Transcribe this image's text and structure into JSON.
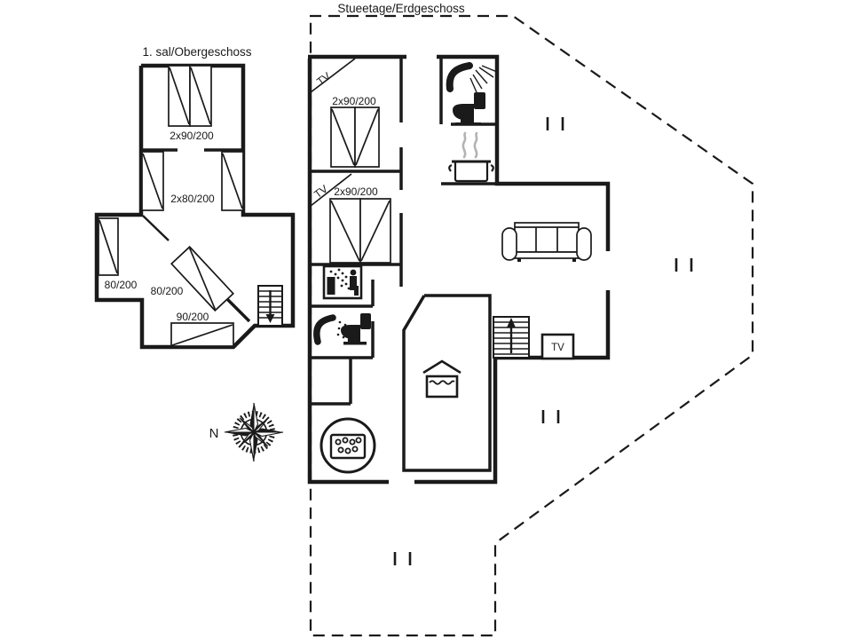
{
  "colors": {
    "line": "#1a1a1a",
    "steam": "#b3b3b3",
    "background": "#ffffff"
  },
  "upper_floor": {
    "title": "1. sal/Obergeschoss",
    "bed_labels": {
      "double": "2x90/200",
      "twin": "2x80/200",
      "left_single": "80/200",
      "diagonal_single": "80/200",
      "bottom_single": "90/200"
    }
  },
  "ground_floor": {
    "title": "Stueetage/Erdgeschoss",
    "bedroom1": {
      "tv_label": "TV",
      "bed_label": "2x90/200"
    },
    "bedroom2": {
      "tv_label": "TV",
      "bed_label": "2x90/200"
    },
    "living_room": {
      "tv_label": "TV"
    }
  },
  "compass": {
    "north_label": "N"
  },
  "icons": {
    "shower": "shower-head with spray",
    "toilet": "toilet silhouette",
    "sauna": "sauna cabin pictogram",
    "cooking_pot": "pot with steam",
    "sofa": "three-seat sofa",
    "indoor_pool": "pool basin with roof",
    "hot_tub": "round hot tub with bubbles",
    "stairs_up": "staircase arrow up",
    "stairs_down": "staircase arrow down",
    "compass_rose": "eight-point compass rose",
    "terrace_posts": "double post marks"
  }
}
